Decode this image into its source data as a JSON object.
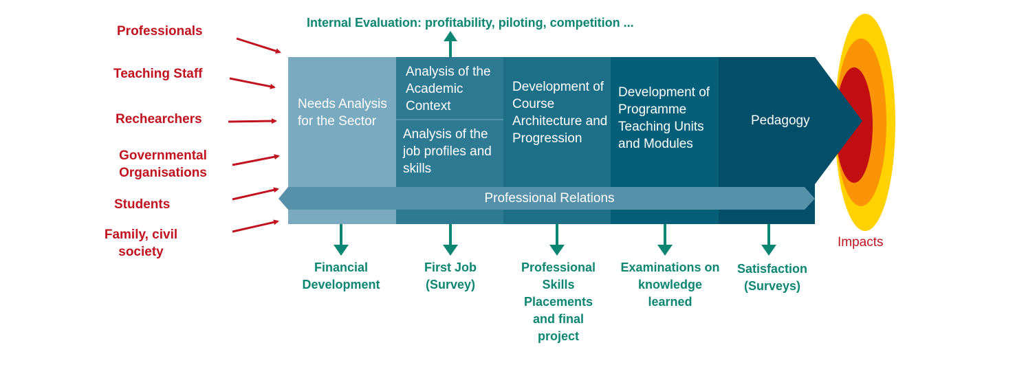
{
  "top_label": "Internal Evaluation: profitability, piloting, competition ...",
  "inputs": [
    "Professionals",
    "Teaching Staff",
    "Rechearchers",
    "Governmental Organisations",
    "Students",
    "Family, civil society"
  ],
  "stages": [
    {
      "label": "Needs Analysis for the Sector",
      "color": "#7aaabf"
    },
    {
      "label": "Analysis of the Academic Context",
      "label2": "Analysis of the job profiles and skills",
      "color": "#2e7a93"
    },
    {
      "label": "Development of Course Architecture and Progression",
      "color": "#1d6f88"
    },
    {
      "label": "Development of Programme Teaching Units and Modules",
      "color": "#055f78"
    },
    {
      "label": "Pedagogy",
      "color": "#034e68"
    }
  ],
  "band": "Professional Relations",
  "outputs": [
    "Financial Development",
    "First Job (Survey)",
    "Professional Skills Placements and final project",
    "Examinations on knowledge learned",
    "Satisfaction (Surveys)"
  ],
  "impacts": "Impacts",
  "colors": {
    "input_red": "#c1121f",
    "output_green": "#0a8672",
    "band": "#5790a9",
    "yellow": "#ffd200",
    "orange": "#fb9306",
    "core_red": "#c20e10"
  }
}
